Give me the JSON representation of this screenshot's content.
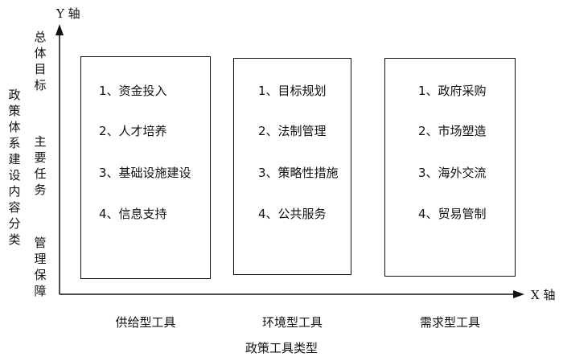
{
  "axes": {
    "y_label": "Y 轴",
    "x_label": "X 轴",
    "y_title": "政策体系建设内容分类",
    "x_title": "政策工具类型"
  },
  "y_levels": [
    {
      "text": "总体目标"
    },
    {
      "text": "主要任务"
    },
    {
      "text": "管理保障"
    }
  ],
  "categories": [
    {
      "label": "供给型工具",
      "items": [
        "1、资金投入",
        "2、人才培养",
        "3、基础设施建设",
        "4、信息支持"
      ]
    },
    {
      "label": "环境型工具",
      "items": [
        "1、目标规划",
        "2、法制管理",
        "3、策略性措施",
        "4、公共服务"
      ]
    },
    {
      "label": "需求型工具",
      "items": [
        "1、政府采购",
        "2、市场塑造",
        "3、海外交流",
        "4、贸易管制"
      ]
    }
  ]
}
